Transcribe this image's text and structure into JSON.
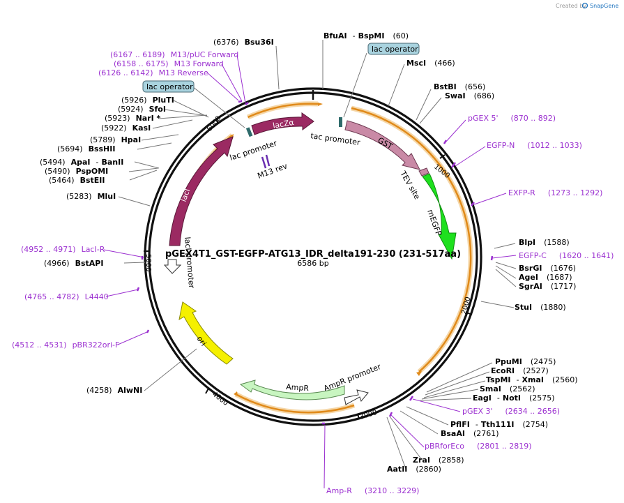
{
  "credit": {
    "prefix": "Created by",
    "brand": "SnapGene"
  },
  "map": {
    "name": "pGEX4T1_GST-EGFP-ATG13_IDR_delta191-230 (231-517aa)",
    "length_label": "6586 bp",
    "length": 6586
  },
  "ticks": [
    {
      "bp": 1000,
      "label": "1000"
    },
    {
      "bp": 2000,
      "label": "2000"
    },
    {
      "bp": 3000,
      "label": "3000"
    },
    {
      "bp": 4000,
      "label": "4000"
    },
    {
      "bp": 5000,
      "label": "5000"
    },
    {
      "bp": 6000,
      "label": "6000"
    }
  ],
  "operators": [
    {
      "label": "lac operator"
    },
    {
      "label": "lac operator"
    }
  ],
  "features": [
    {
      "name": "lacZα",
      "color": "#9b2a62"
    },
    {
      "name": "tac promoter",
      "color": "#ffffff"
    },
    {
      "name": "GST",
      "color": "#c98aa6"
    },
    {
      "name": "TEV site",
      "color": "#c98aa6"
    },
    {
      "name": "mEGFP",
      "color": "#1ee01e"
    },
    {
      "name": "AmpR promoter",
      "color": "#ffffff"
    },
    {
      "name": "AmpR",
      "color": "#c8f5c0"
    },
    {
      "name": "ori",
      "color": "#f5f000"
    },
    {
      "name": "lacI promoter",
      "color": "#ffffff"
    },
    {
      "name": "lacI",
      "color": "#9b2a62"
    },
    {
      "name": "lac promoter",
      "color": "#ffffff"
    },
    {
      "name": "M13 rev",
      "color": "#7b3fbf"
    }
  ],
  "sites": [
    {
      "name": "BfuAI",
      "dash": "-",
      "name2": "BspMI",
      "pos": "(60)"
    },
    {
      "name": "MscI",
      "pos": "(466)"
    },
    {
      "name": "BstBI",
      "pos": "(656)"
    },
    {
      "name": "SwaI",
      "pos": "(686)"
    },
    {
      "name": "BlpI",
      "pos": "(1588)"
    },
    {
      "name": "BsrGI",
      "pos": "(1676)"
    },
    {
      "name": "AgeI",
      "pos": "(1687)"
    },
    {
      "name": "SgrAI",
      "pos": "(1717)"
    },
    {
      "name": "StuI",
      "pos": "(1880)"
    },
    {
      "name": "PpuMI",
      "pos": "(2475)"
    },
    {
      "name": "EcoRI",
      "pos": "(2527)"
    },
    {
      "name": "TspMI",
      "dash": "-",
      "name2": "XmaI",
      "pos": "(2560)"
    },
    {
      "name": "SmaI",
      "pos": "(2562)"
    },
    {
      "name": "EagI",
      "dash": "-",
      "name2": "NotI",
      "pos": "(2575)"
    },
    {
      "name": "PflFI",
      "dash": "-",
      "name2": "Tth111I",
      "pos": "(2754)"
    },
    {
      "name": "BsaAI",
      "pos": "(2761)"
    },
    {
      "name": "ZraI",
      "pos": "(2858)"
    },
    {
      "name": "AatII",
      "pos": "(2860)"
    },
    {
      "name": "AlwNI",
      "pos": "(4258)"
    },
    {
      "name": "BstAPI",
      "pos": "(4966)"
    },
    {
      "name": "MluI",
      "pos": "(5283)"
    },
    {
      "name": "BstEII",
      "pos": "(5464)"
    },
    {
      "name": "PspOMI",
      "pos": "(5490)"
    },
    {
      "name": "ApaI",
      "dash": "-",
      "name2": "BanII",
      "pos": "(5494)"
    },
    {
      "name": "BssHII",
      "pos": "(5694)"
    },
    {
      "name": "HpaI",
      "pos": "(5789)"
    },
    {
      "name": "KasI",
      "pos": "(5922)"
    },
    {
      "name": "NarI *",
      "pos": "(5923)"
    },
    {
      "name": "SfoI",
      "pos": "(5924)"
    },
    {
      "name": "PluTI",
      "pos": "(5926)"
    },
    {
      "name": "Bsu36I",
      "pos": "(6376)"
    }
  ],
  "primers": [
    {
      "name": "pGEX 5'",
      "range": "(870 .. 892)"
    },
    {
      "name": "EGFP-N",
      "range": "(1012 .. 1033)"
    },
    {
      "name": "EXFP-R",
      "range": "(1273 .. 1292)"
    },
    {
      "name": "EGFP-C",
      "range": "(1620 .. 1641)"
    },
    {
      "name": "pGEX 3'",
      "range": "(2634 .. 2656)"
    },
    {
      "name": "pBRforEco",
      "range": "(2801 .. 2819)"
    },
    {
      "name": "Amp-R",
      "range": "(3210 .. 3229)"
    },
    {
      "name": "pBR322ori-F",
      "range": "(4512 .. 4531)"
    },
    {
      "name": "L4440",
      "range": "(4765 .. 4782)"
    },
    {
      "name": "LacI-R",
      "range": "(4952 .. 4971)"
    },
    {
      "name": "M13 Reverse",
      "range": "(6126 .. 6142)"
    },
    {
      "name": "M13 Forward",
      "range": "(6158 .. 6175)"
    },
    {
      "name": "M13/pUC Forward",
      "range": "(6167 .. 6189)"
    }
  ]
}
